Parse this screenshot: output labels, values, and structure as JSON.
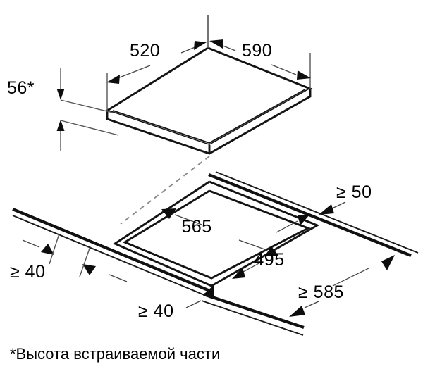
{
  "diagram": {
    "title": "Cooktop installation dimensions",
    "type": "isometric-technical-drawing",
    "units": "mm",
    "colors": {
      "line": "#111111",
      "dimension_line": "#444444",
      "dashed": "#8a8a8a",
      "background": "#ffffff",
      "text": "#000000"
    },
    "objects": {
      "cooktop": "cooktop-panel",
      "worktop": "worktop-surface",
      "cutout": "worktop-cutout"
    }
  },
  "dimensions": {
    "cooktop_depth": {
      "label": "520",
      "target": "cooktop-depth-dimension"
    },
    "cooktop_width": {
      "label": "590",
      "target": "cooktop-width-dimension"
    },
    "cooktop_height": {
      "label": "56*",
      "target": "cooktop-height-dimension"
    },
    "cutout_width": {
      "label": "565",
      "target": "cutout-width-dimension"
    },
    "cutout_depth": {
      "label": "495",
      "target": "cutout-depth-dimension"
    },
    "clearance_rear": {
      "label": "≥ 50",
      "target": "rear-clearance-dimension"
    },
    "clearance_left": {
      "label": "≥ 40",
      "target": "left-clearance-dimension"
    },
    "clearance_front": {
      "label": "≥ 40",
      "target": "front-clearance-dimension"
    },
    "worktop_depth": {
      "label": "≥ 585",
      "target": "worktop-depth-dimension"
    }
  },
  "footnote": {
    "text": "*Высота встраиваемой части"
  }
}
